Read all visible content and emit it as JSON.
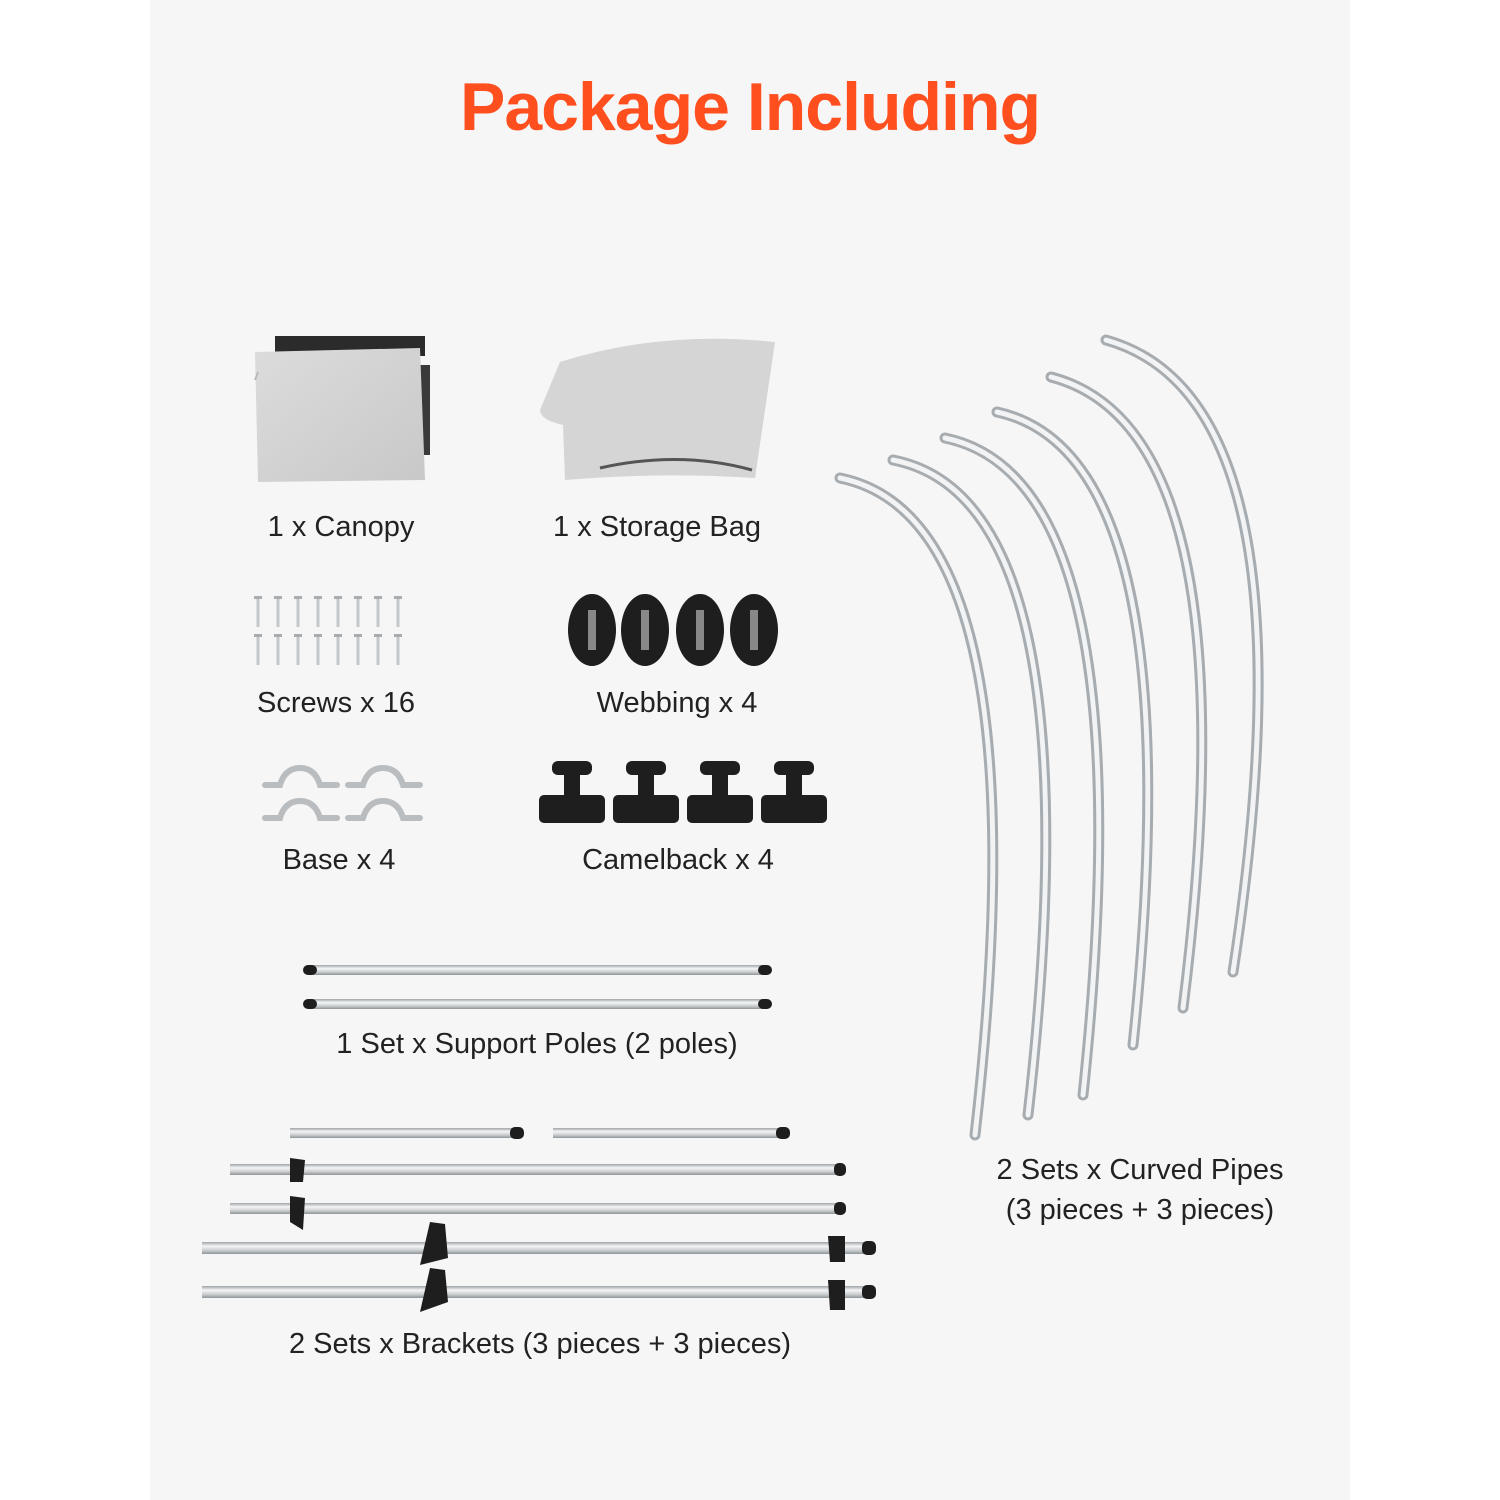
{
  "title": "Package Including",
  "items": {
    "canopy": "1 x Canopy",
    "storage_bag": "1 x Storage Bag",
    "screws": "Screws x 16",
    "webbing": "Webbing x 4",
    "base": "Base x 4",
    "camelback": "Camelback x 4",
    "support_poles": "1 Set x Support Poles (2 poles)",
    "brackets": "2 Sets x Brackets (3 pieces + 3 pieces)",
    "curved_pipes_line1": "2 Sets x Curved Pipes",
    "curved_pipes_line2": "(3 pieces + 3 pieces)"
  },
  "colors": {
    "title": "#ff4f1f",
    "background": "#f6f6f6",
    "fabric": "#d3d3d3",
    "metal": "#d9dde0",
    "black_parts": "#1e1e1e"
  },
  "icons": [
    "canopy-image",
    "storage-bag-image",
    "screws-image",
    "webbing-image",
    "base-image",
    "camelback-image",
    "support-poles-image",
    "brackets-image",
    "curved-pipes-image"
  ]
}
